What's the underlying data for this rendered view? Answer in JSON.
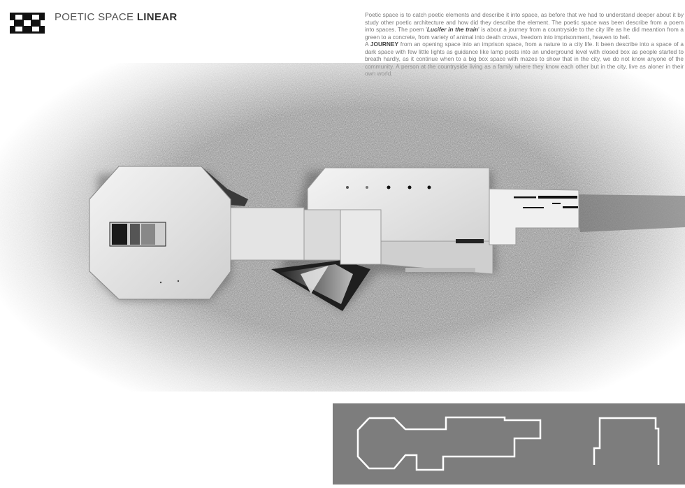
{
  "header": {
    "title_prefix": "POETIC SPACE ",
    "title_bold": "LINEAR"
  },
  "description": {
    "p1": "Poetic space is to catch poetic elements and describe it into space, as before that we had to understand deeper about it by study other poetic architecture and how did they describe the element. The poetic space was been describe from a poem into spaces. The poem '",
    "poem_title": "Lucifer in the train",
    "p2": "' is about a journey from a countryside to the city life as he did meantion from a green to a concrete, from variety of animal into death crows, freedom into imprisonment, heaven to hell.",
    "p3_a": "A ",
    "journey_word": "JOURNEY",
    "p3_b": " from an opening space into an imprison space, from a nature to a city life. It been describe into a space of a dark space with few little lights as guidance like lamp posts into an underground level with closed box as people started to breath hardly, as it continue when to a big box space with mazes to show that in the city, we do not know anyone of the community. A person at the countryside living as a family where they know each other but in the city, live as aloner in their own world."
  },
  "colors": {
    "panel": "#7d7d7d",
    "outline": "#ffffff",
    "grass": "#8a8a8a",
    "model": "#e8e8e8"
  },
  "icons": [
    "logo-mark-icon"
  ]
}
